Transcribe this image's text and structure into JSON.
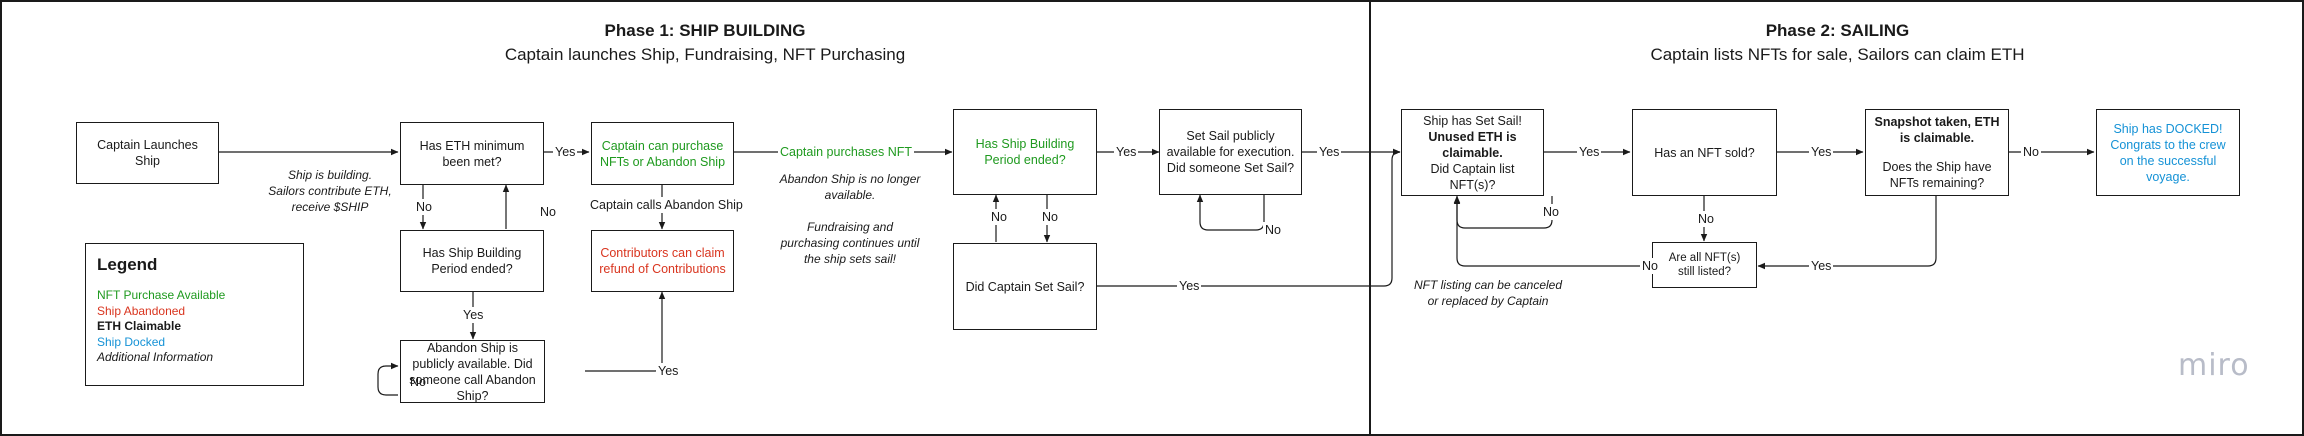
{
  "phase1": {
    "title": "Phase 1: SHIP BUILDING",
    "subtitle": "Captain launches Ship, Fundraising, NFT Purchasing"
  },
  "phase2": {
    "title": "Phase 2: SAILING",
    "subtitle": "Captain lists NFTs for sale, Sailors can claim ETH"
  },
  "nodes": {
    "launch": "Captain Launches Ship",
    "eth_min": "Has ETH minimum been met?",
    "purchase_or_abandon": "Captain can purchase NFTs or Abandon Ship",
    "period_ended_1": "Has Ship Building Period ended?",
    "refund": "Contributors can claim refund of Contributions",
    "abandon_public": "Abandon Ship is publicly available. Did someone call Abandon Ship?",
    "period_ended_2": "Has Ship Building Period ended?",
    "set_sail_public": {
      "line1": "Set Sail publicly available for execution.",
      "line2": "Did someone Set Sail?"
    },
    "captain_set_sail": "Did Captain Set Sail?",
    "ship_set_sail": {
      "line1a": "Ship has Set Sail! ",
      "line1b": "Unused ETH is claimable.",
      "line2": "Did Captain list NFT(s)?"
    },
    "nft_sold": "Has an NFT sold?",
    "snapshot": {
      "line1": "Snapshot taken, ETH is claimable.",
      "line2": "Does the Ship have NFTs remaining?"
    },
    "docked": "Ship has DOCKED! Congrats to the crew on the successful voyage.",
    "nfts_listed": "Are all NFT(s) still listed?"
  },
  "edge_labels": {
    "yes": "Yes",
    "no": "No",
    "captain_calls_abandon": "Captain calls Abandon Ship",
    "captain_purchases_nft": "Captain purchases NFT"
  },
  "notes": {
    "ship_building": [
      "Ship is building.",
      "Sailors contribute ETH,",
      "receive $SHIP"
    ],
    "abandon_no_longer": [
      "Abandon Ship is no longer",
      "available."
    ],
    "fundraising": [
      "Fundraising and",
      "purchasing continues until",
      "the ship sets sail!"
    ],
    "nft_listing": [
      "NFT listing can be canceled",
      "or replaced by Captain"
    ]
  },
  "legend": {
    "title": "Legend",
    "items": [
      {
        "text": "NFT Purchase Available",
        "color": "#1f9a1f"
      },
      {
        "text": "Ship Abandoned",
        "color": "#d9351f"
      },
      {
        "text": "ETH Claimable",
        "color": "#1a1a1a"
      },
      {
        "text": "Ship Docked",
        "color": "#1592d6"
      },
      {
        "text": "Additional Information",
        "color": "#1a1a1a"
      }
    ]
  },
  "brand": "miro",
  "colors": {
    "green": "#1f9a1f",
    "red": "#d9351f",
    "blue": "#1592d6",
    "line": "#1a1a1a"
  }
}
